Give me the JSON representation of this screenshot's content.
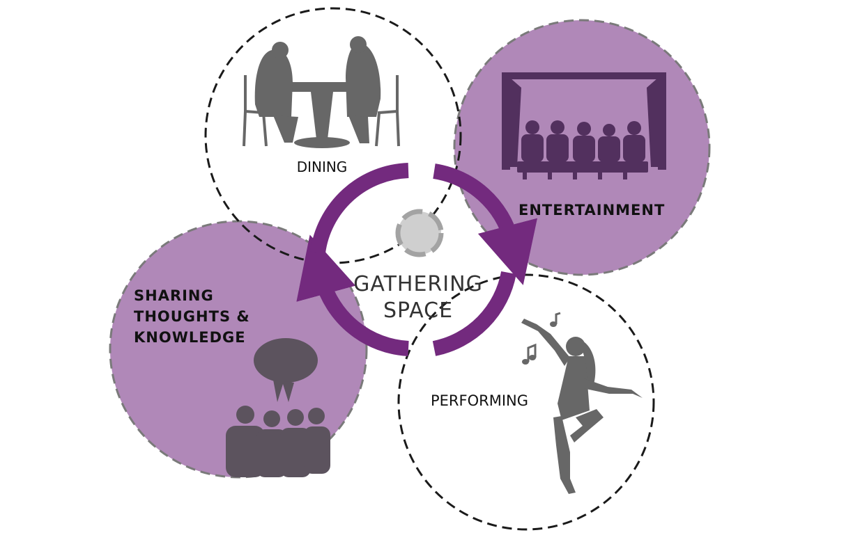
{
  "center": {
    "title_line1": "GATHERING",
    "title_line2": "SPACE"
  },
  "activities": {
    "dining": {
      "label": "DINING",
      "icon": "dining-couple-icon"
    },
    "entertainment": {
      "label": "ENTERTAINMENT",
      "icon": "theater-audience-icon"
    },
    "performing": {
      "label": "PERFORMING",
      "icon": "dancer-icon"
    },
    "sharing": {
      "label_line1": "SHARING",
      "label_line2": "THOUGHTS &",
      "label_line3": "KNOWLEDGE",
      "icon": "speech-bubble-group-icon"
    }
  },
  "colors": {
    "purple_fill": "#b088b8",
    "arrow_purple": "#732a7e",
    "silhouette_grey": "#676767",
    "audience_purple": "#52305e",
    "group_grey": "#5c535e",
    "hub_grey": "#cfcfcf"
  }
}
